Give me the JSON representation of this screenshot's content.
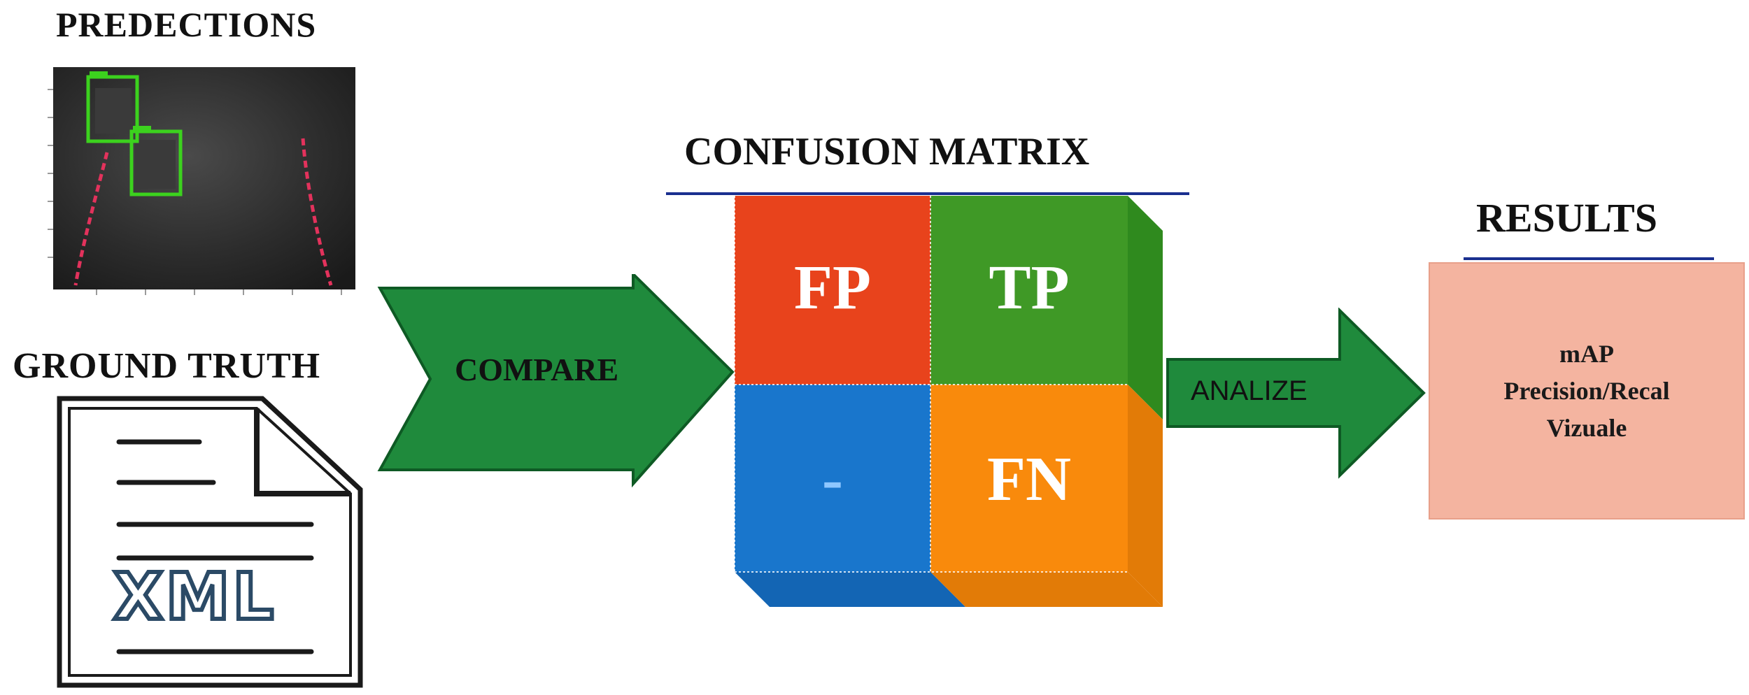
{
  "predictions": {
    "title": "PREDECTIONS"
  },
  "ground_truth": {
    "title": "GROUND TRUTH",
    "file_label": "XML"
  },
  "compare": {
    "label": "COMPARE"
  },
  "confusion_matrix": {
    "title": "CONFUSION MATRIX",
    "cells": {
      "top_left": "FP",
      "top_right": "TP",
      "bottom_left": "-",
      "bottom_right": "FN"
    }
  },
  "analize": {
    "label": "ANALIZE"
  },
  "results": {
    "title": "RESULTS",
    "lines": [
      "mAP",
      "Precision/Recal",
      "Vizuale"
    ]
  },
  "colors": {
    "arrow_green": "#1f8a3c",
    "fp_red": "#e8431c",
    "tp_green": "#3f9926",
    "neg_blue": "#1976cc",
    "fn_orange": "#f98a0c",
    "results_pink": "#f4b4a0",
    "underline_blue": "#1a2f8f"
  }
}
